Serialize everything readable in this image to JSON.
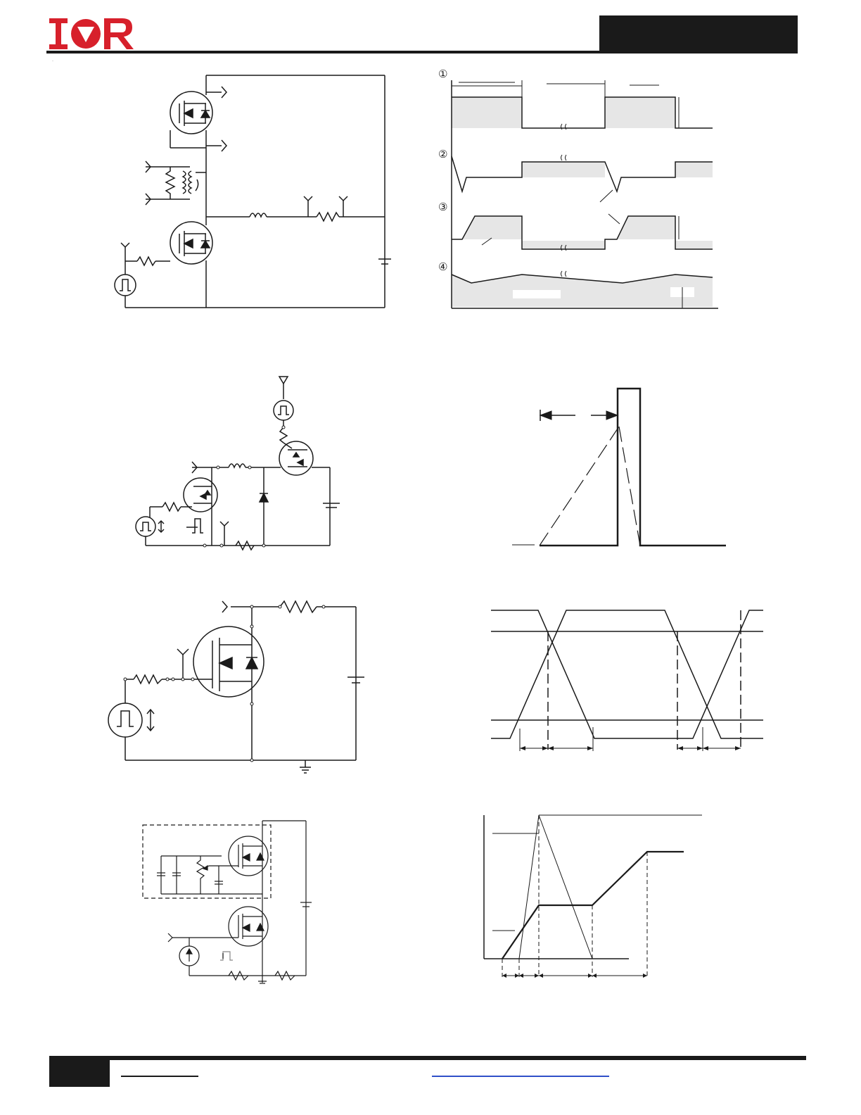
{
  "brand": {
    "logo_text": "IOR",
    "logo_color": "#d7202b",
    "header_color": "#1a1a1a"
  },
  "waveform_markers": {
    "m1": "①",
    "m2": "②",
    "m3": "③",
    "m4": "④"
  },
  "colors": {
    "ink": "#1a1a1a",
    "shade": "#e6e6e6",
    "footer_link": "#3050c8"
  }
}
